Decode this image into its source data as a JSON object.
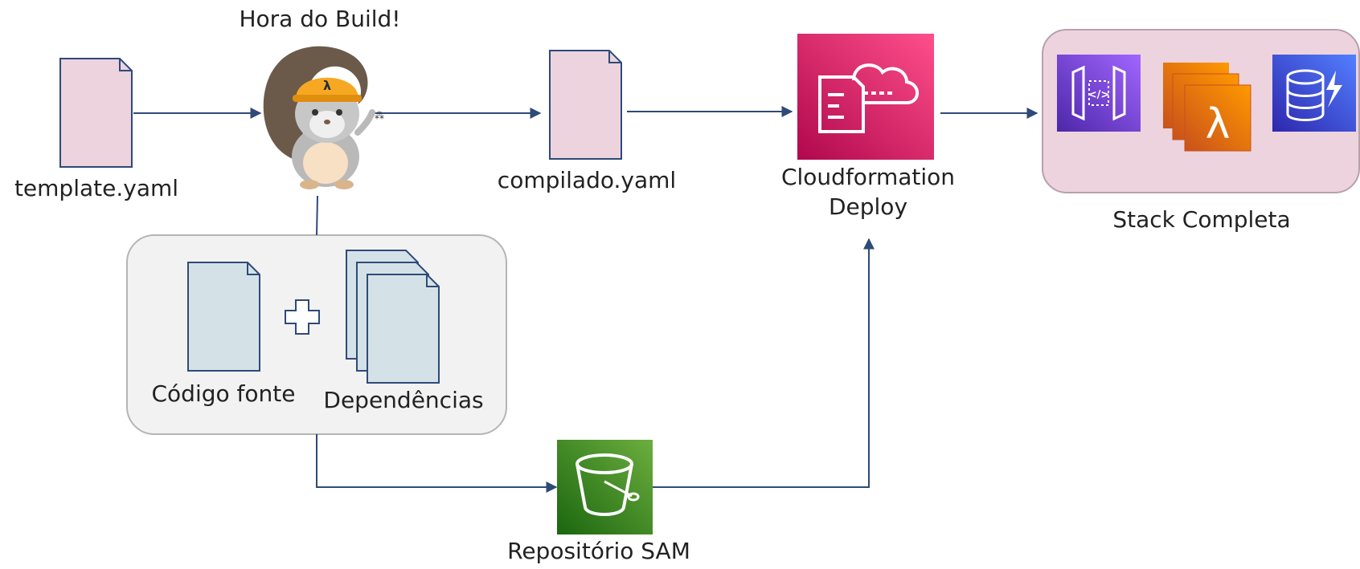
{
  "diagram": {
    "build_title": "Hora do Build!",
    "template_label": "template.yaml",
    "compiled_label": "compilado.yaml",
    "cf_label_line1": "Cloudformation",
    "cf_label_line2": "Deploy",
    "stack_label": "Stack Completa",
    "source_label": "Código fonte",
    "deps_label": "Dependências",
    "repo_label": "Repositório SAM",
    "plus_symbol": "+",
    "colors": {
      "doc_pink": "#ecd3de",
      "doc_blue": "#d4e2e8",
      "doc_border": "#2e4a78",
      "arrow": "#2e4a78",
      "group_bg": "#f2f2f2",
      "group_border": "#b5b5b5",
      "stack_bg": "#ecd3de",
      "stack_border": "#b8a0ad",
      "cloudformation": "#e7157b",
      "s3": "#3f8624",
      "api_gateway": "#7b4fd4",
      "lambda": "#ed7100",
      "dynamodb": "#3b48cc",
      "helmet": "#f7a823"
    },
    "icons": [
      "document-icon",
      "squirrel-mascot-icon",
      "cloudformation-icon",
      "api-gateway-icon",
      "lambda-icon",
      "dynamodb-icon",
      "s3-bucket-icon",
      "plus-icon"
    ]
  }
}
